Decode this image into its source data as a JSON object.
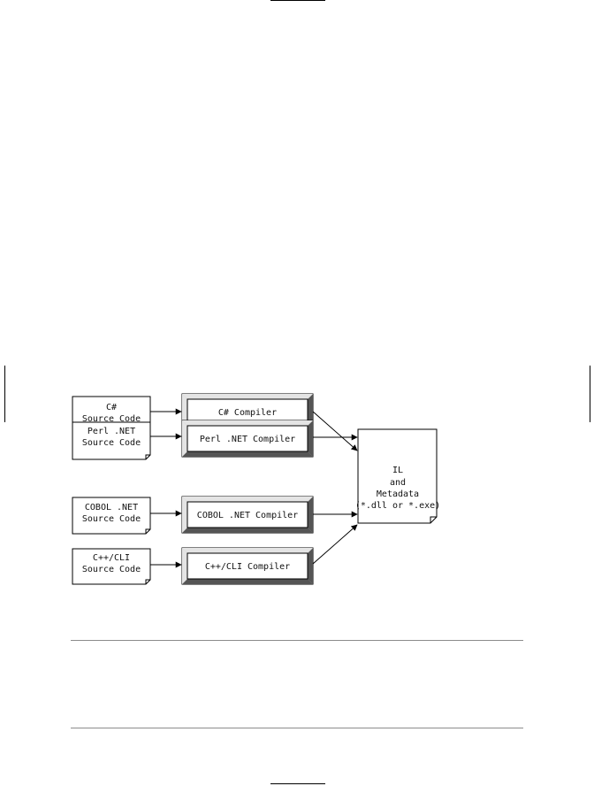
{
  "sources": [
    {
      "line1": "C#",
      "line2": "Source Code"
    },
    {
      "line1": "Perl .NET",
      "line2": "Source Code"
    },
    {
      "line1": "COBOL .NET",
      "line2": "Source Code"
    },
    {
      "line1": "C++/CLI",
      "line2": "Source Code"
    }
  ],
  "compilers": [
    {
      "label": "C# Compiler"
    },
    {
      "label": "Perl .NET Compiler"
    },
    {
      "label": "COBOL .NET Compiler"
    },
    {
      "label": "C++/CLI Compiler"
    }
  ],
  "output": {
    "line1": "IL",
    "line2": "and",
    "line3": "Metadata",
    "line4": "(*.dll or *.exe)"
  }
}
